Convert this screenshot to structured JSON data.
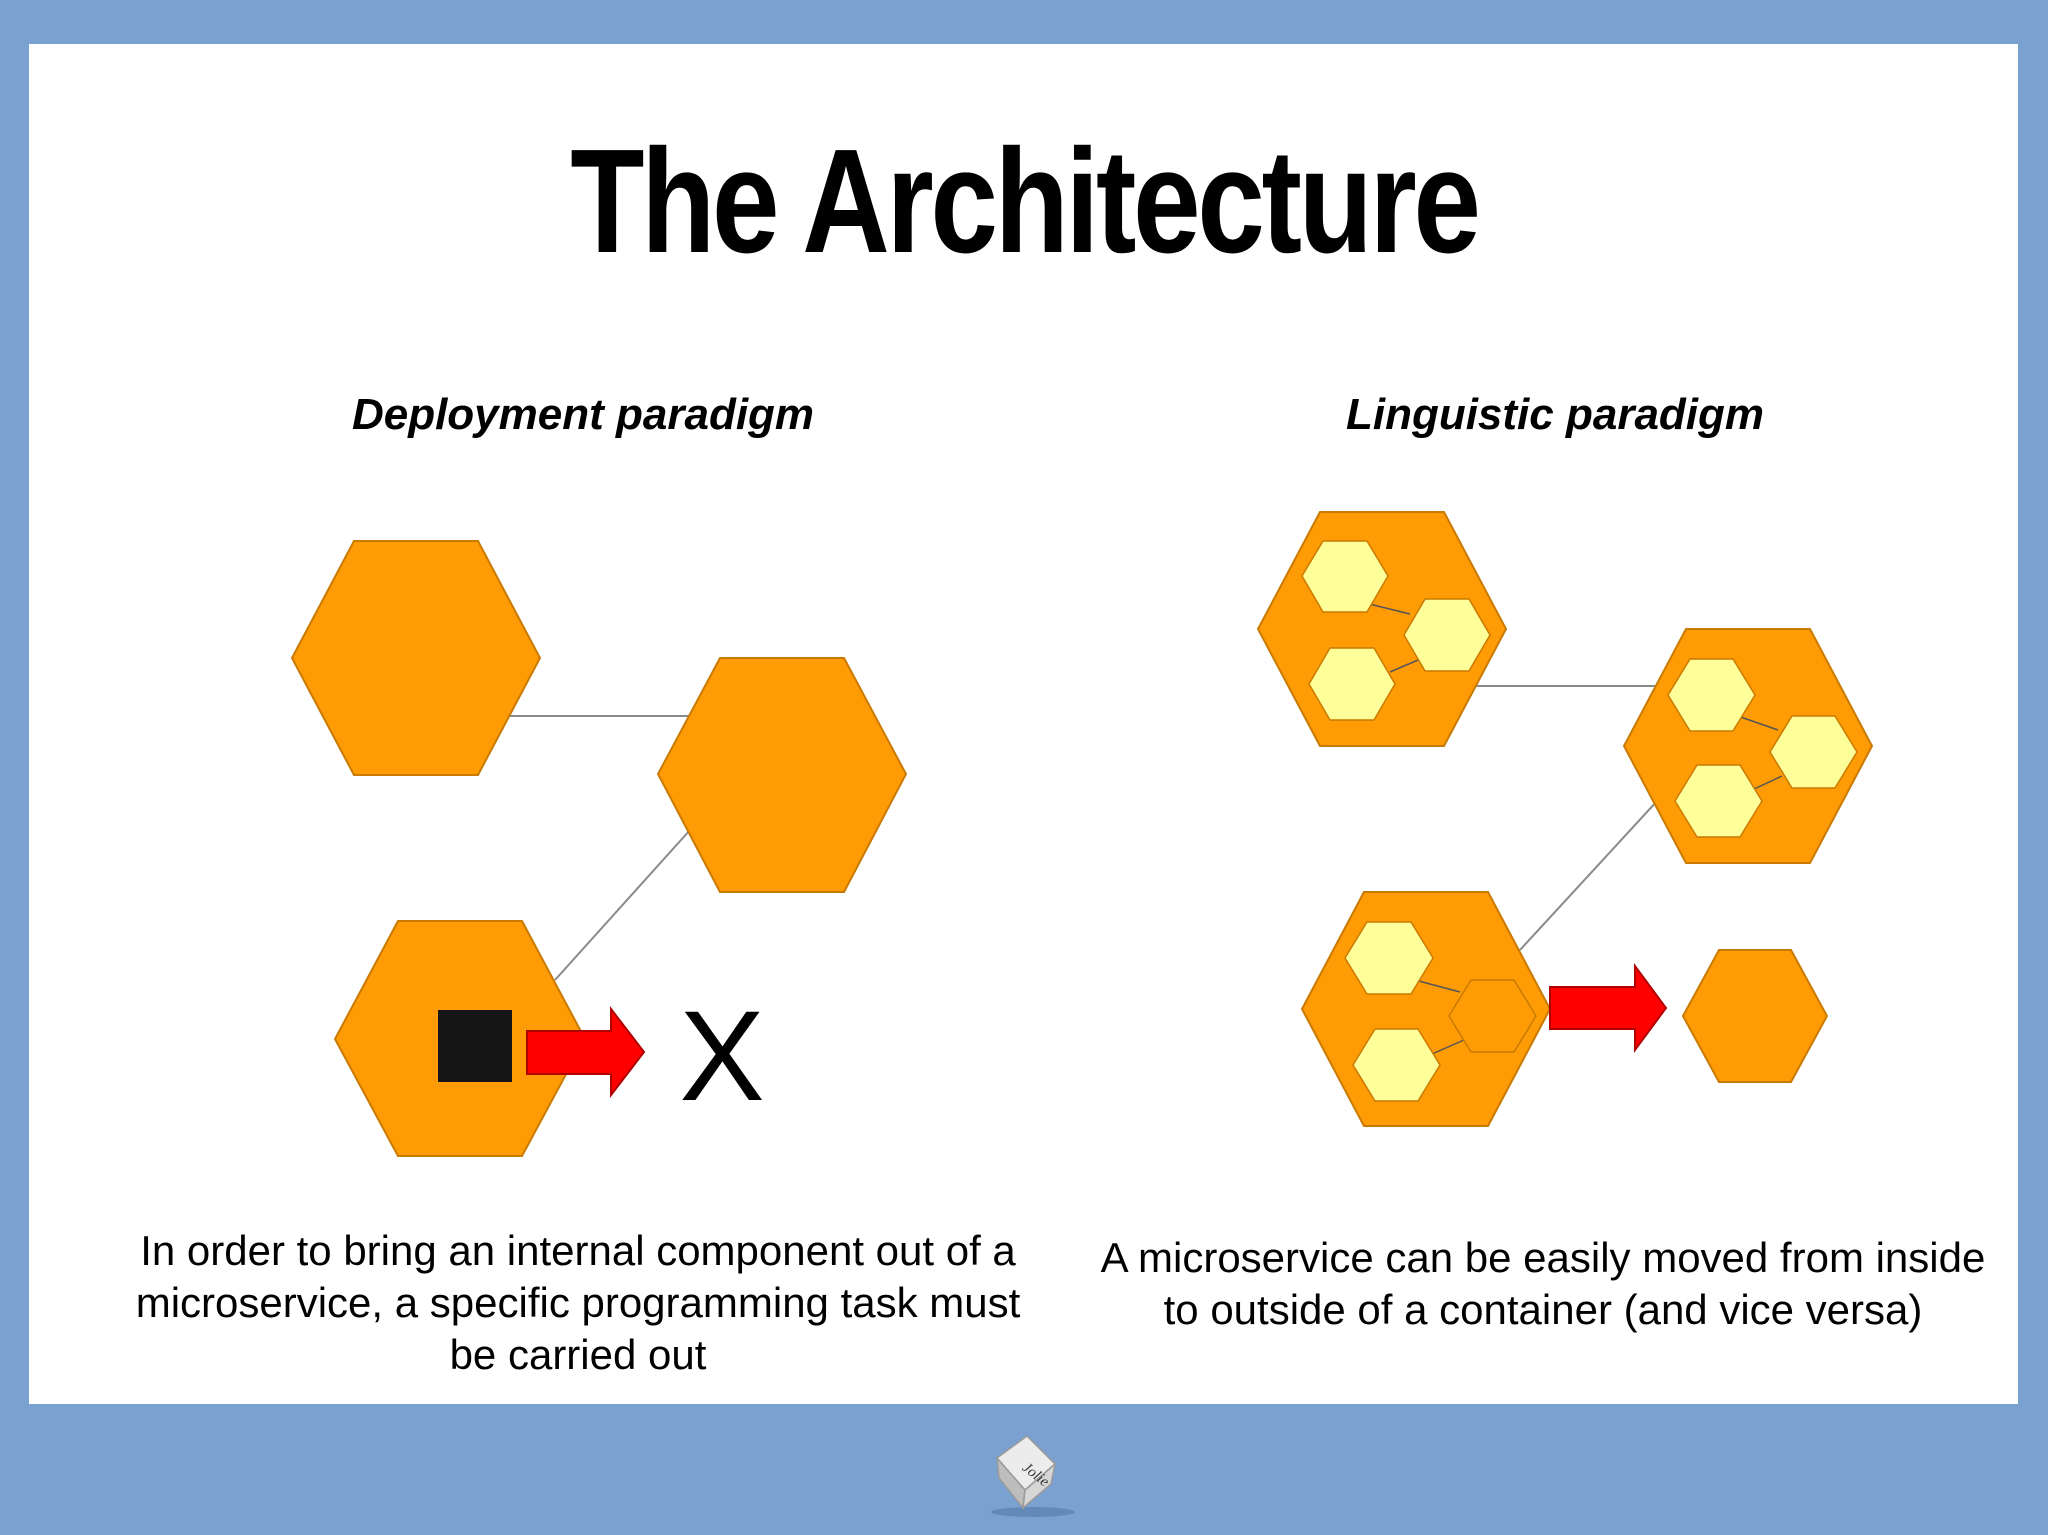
{
  "slide": {
    "title": "The Architecture",
    "left": {
      "heading": "Deployment paradigm",
      "caption": "In order to bring an internal component out of a microservice, a specific programming task must be carried out",
      "x_mark": "X"
    },
    "right": {
      "heading": "Linguistic paradigm",
      "caption": "A microservice can be easily moved from inside to outside of a container (and vice versa)"
    }
  },
  "colors": {
    "background": "#7aa1d0",
    "slide": "#ffffff",
    "microservice_hex": "#ff9b05",
    "inner_hex": "#ffff99",
    "arrow": "#ff0000",
    "component_square": "#151515"
  },
  "logo": {
    "text": "Jolie",
    "icon": "jolie-cube-icon"
  }
}
